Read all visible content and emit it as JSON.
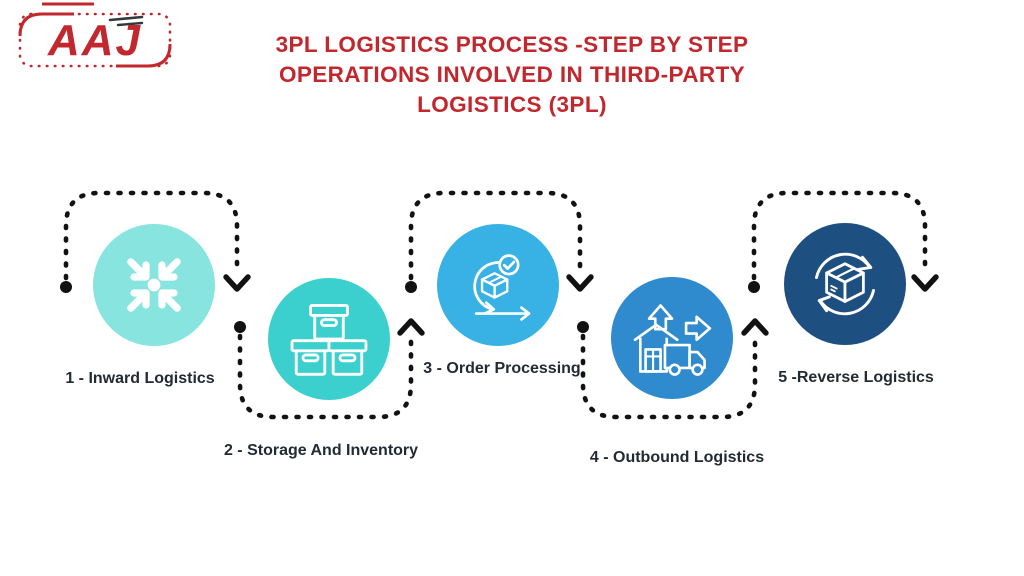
{
  "brand": {
    "logo_text": "AAJ"
  },
  "header": {
    "title_lines": [
      "3PL LOGISTICS PROCESS -STEP BY STEP",
      "OPERATIONS INVOLVED IN THIRD-PARTY",
      "LOGISTICS (3PL)"
    ]
  },
  "colors": {
    "accent_red": "#C1272D",
    "label_text": "#222B33",
    "connector_ink": "#121212",
    "icon_stroke": "#FFFFFF"
  },
  "steps": [
    {
      "number": "1",
      "label": "1 - Inward Logistics",
      "icon": "inward-arrows-icon",
      "color": "#87E4DF"
    },
    {
      "number": "2",
      "label": "2 - Storage And Inventory",
      "icon": "storage-boxes-icon",
      "color": "#3BD0CD"
    },
    {
      "number": "3",
      "label": "3 - Order Processing",
      "icon": "order-cycle-check-icon",
      "color": "#38B1E5"
    },
    {
      "number": "4",
      "label": "4 - Outbound Logistics",
      "icon": "warehouse-truck-icon",
      "color": "#2F8ACE"
    },
    {
      "number": "5",
      "label": "5 -Reverse Logistics",
      "icon": "reverse-cycle-box-icon",
      "color": "#1D4F80"
    }
  ]
}
